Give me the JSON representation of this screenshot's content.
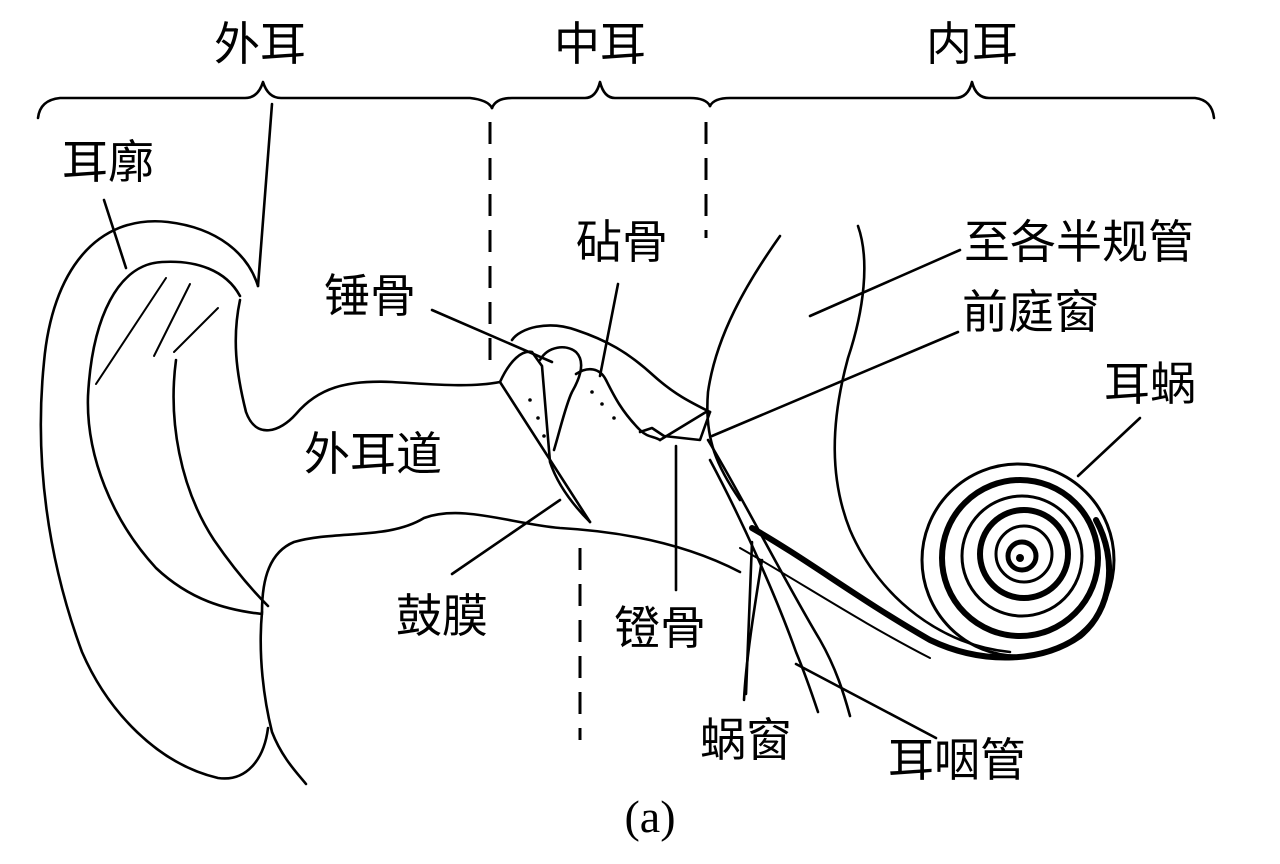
{
  "sections": {
    "outer_ear": "外耳",
    "middle_ear": "中耳",
    "inner_ear": "内耳"
  },
  "labels": {
    "pinna": "耳廓",
    "ear_canal": "外耳道",
    "malleus": "锤骨",
    "incus": "砧骨",
    "stapes": "镫骨",
    "eardrum": "鼓膜",
    "semicircular_canals": "至各半规管",
    "oval_window": "前庭窗",
    "cochlea": "耳蜗",
    "round_window": "蜗窗",
    "eustachian_tube": "耳咽管"
  },
  "caption": "(a)"
}
